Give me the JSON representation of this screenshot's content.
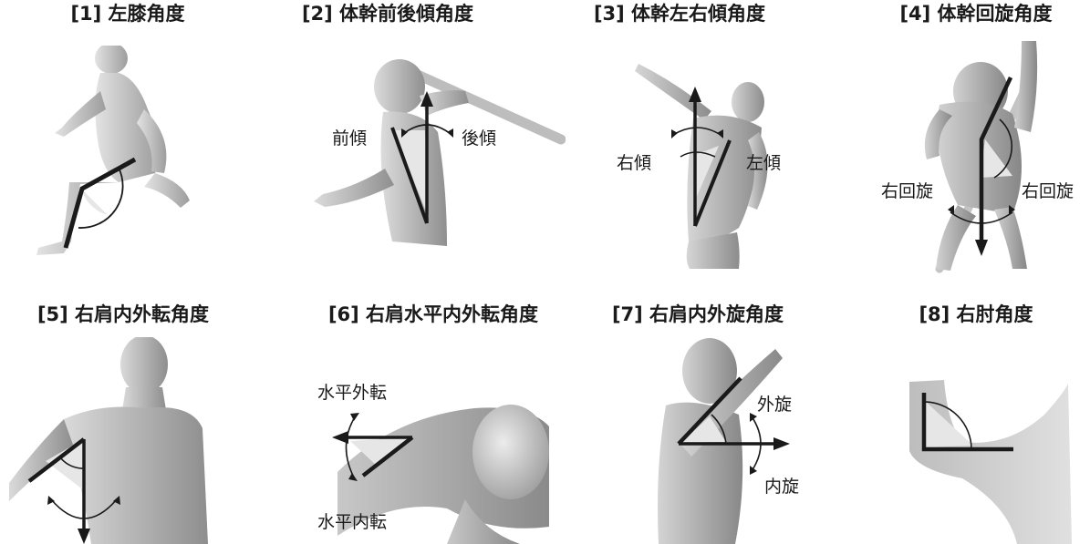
{
  "panels": [
    {
      "title": "[1] 左膝角度",
      "labels": []
    },
    {
      "title": "[2] 体幹前後傾角度",
      "labels": [
        "前傾",
        "後傾"
      ]
    },
    {
      "title": "[3] 体幹左右傾角度",
      "labels": [
        "右傾",
        "左傾"
      ]
    },
    {
      "title": "[4] 体幹回旋角度",
      "labels": [
        "右回旋",
        "右回旋"
      ]
    },
    {
      "title": "[5] 右肩内外転角度",
      "labels": []
    },
    {
      "title": "[6] 右肩水平内外転角度",
      "labels": [
        "水平外転",
        "水平内転"
      ]
    },
    {
      "title": "[7] 右肩内外旋角度",
      "labels": [
        "外旋",
        "内旋"
      ]
    },
    {
      "title": "[8] 右肘角度",
      "labels": []
    }
  ],
  "colors": {
    "figure": "#c8c8c8",
    "figure_shade": "#9a9a9a",
    "line": "#1a1a1a",
    "wedge": "#e6e6e6"
  },
  "icons": [
    "mannequin-figure",
    "angle-arc-icon",
    "rotation-arrow-icon",
    "direction-arrow-icon"
  ]
}
